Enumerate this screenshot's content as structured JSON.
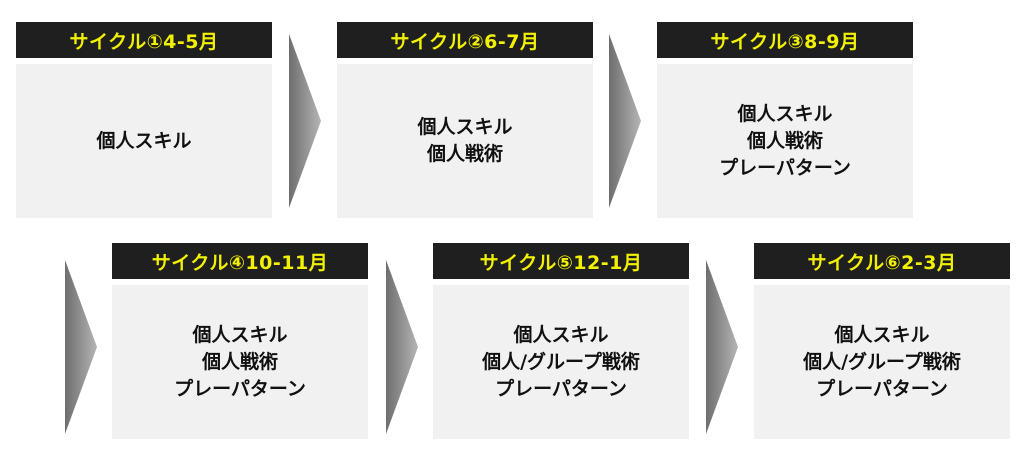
{
  "cycles": [
    {
      "title": "サイクル①4-5月",
      "items": [
        "個人スキル"
      ]
    },
    {
      "title": "サイクル②6-7月",
      "items": [
        "個人スキル",
        "個人戦術"
      ]
    },
    {
      "title": "サイクル③8-9月",
      "items": [
        "個人スキル",
        "個人戦術",
        "プレーパターン"
      ]
    },
    {
      "title": "サイクル④10-11月",
      "items": [
        "個人スキル",
        "個人戦術",
        "プレーパターン"
      ]
    },
    {
      "title": "サイクル⑤12-1月",
      "items": [
        "個人スキル",
        "個人/グループ戦術",
        "プレーパターン"
      ]
    },
    {
      "title": "サイクル⑥2-3月",
      "items": [
        "個人スキル",
        "個人/グループ戦術",
        "プレーパターン"
      ]
    }
  ],
  "colors": {
    "header_bg": "#1f1f1f",
    "header_text": "#f2f200",
    "body_bg": "#f1f1f1",
    "arrow_dark": "#6e6e6e",
    "arrow_light": "#b5b5b5"
  }
}
